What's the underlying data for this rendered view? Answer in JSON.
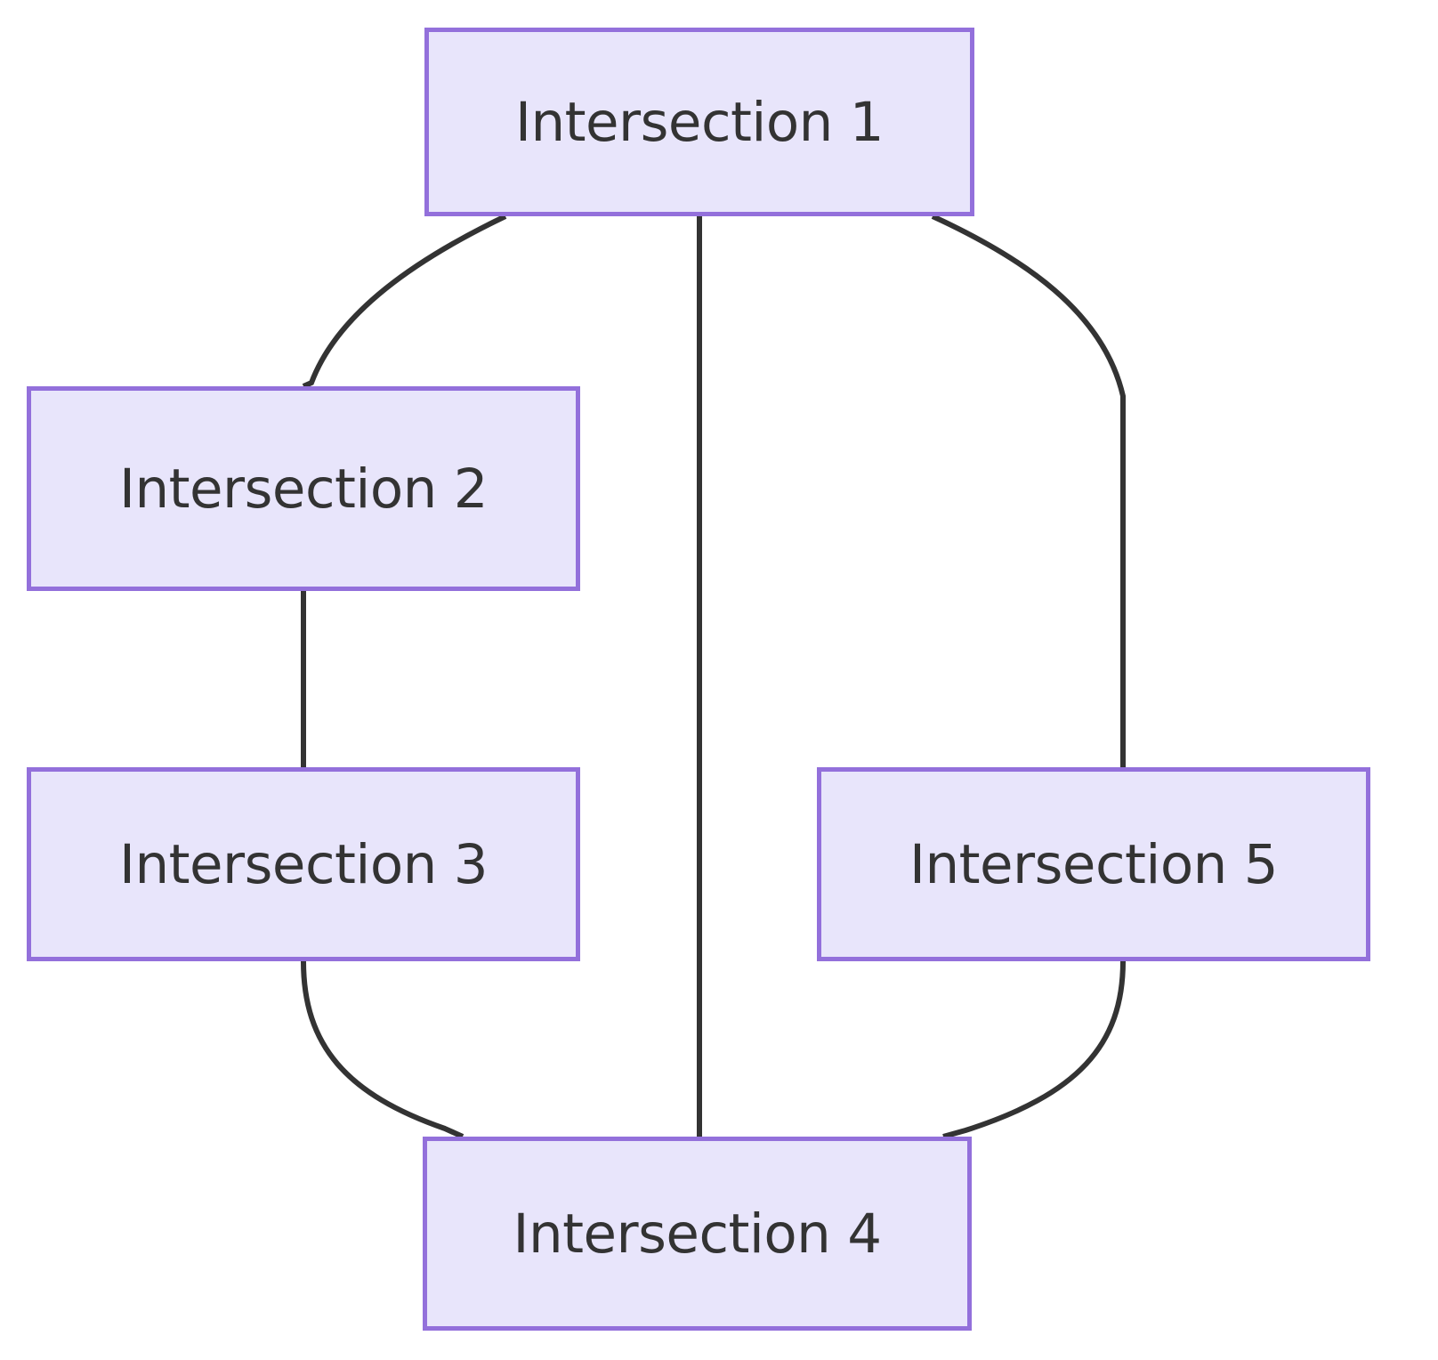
{
  "diagram": {
    "type": "flowchart",
    "orientation": "top-down",
    "background_color": "#ffffff",
    "node_fill_color": "#e8e5fb",
    "node_border_color": "#9370db",
    "node_text_color": "#333333",
    "edge_color": "#333333",
    "nodes": [
      {
        "id": "node-1",
        "label": "Intersection 1"
      },
      {
        "id": "node-2",
        "label": "Intersection 2"
      },
      {
        "id": "node-3",
        "label": "Intersection 3"
      },
      {
        "id": "node-4",
        "label": "Intersection 4"
      },
      {
        "id": "node-5",
        "label": "Intersection 5"
      }
    ],
    "edges": [
      {
        "id": "edge-1-2",
        "from": "Intersection 1",
        "to": "Intersection 2",
        "style": "curved",
        "label": ""
      },
      {
        "id": "edge-1-4",
        "from": "Intersection 1",
        "to": "Intersection 4",
        "style": "straight",
        "label": ""
      },
      {
        "id": "edge-1-5",
        "from": "Intersection 1",
        "to": "Intersection 5",
        "style": "curved",
        "label": ""
      },
      {
        "id": "edge-2-3",
        "from": "Intersection 2",
        "to": "Intersection 3",
        "style": "straight",
        "label": ""
      },
      {
        "id": "edge-3-4",
        "from": "Intersection 3",
        "to": "Intersection 4",
        "style": "curved",
        "label": ""
      },
      {
        "id": "edge-5-4",
        "from": "Intersection 5",
        "to": "Intersection 4",
        "style": "curved",
        "label": ""
      }
    ]
  }
}
